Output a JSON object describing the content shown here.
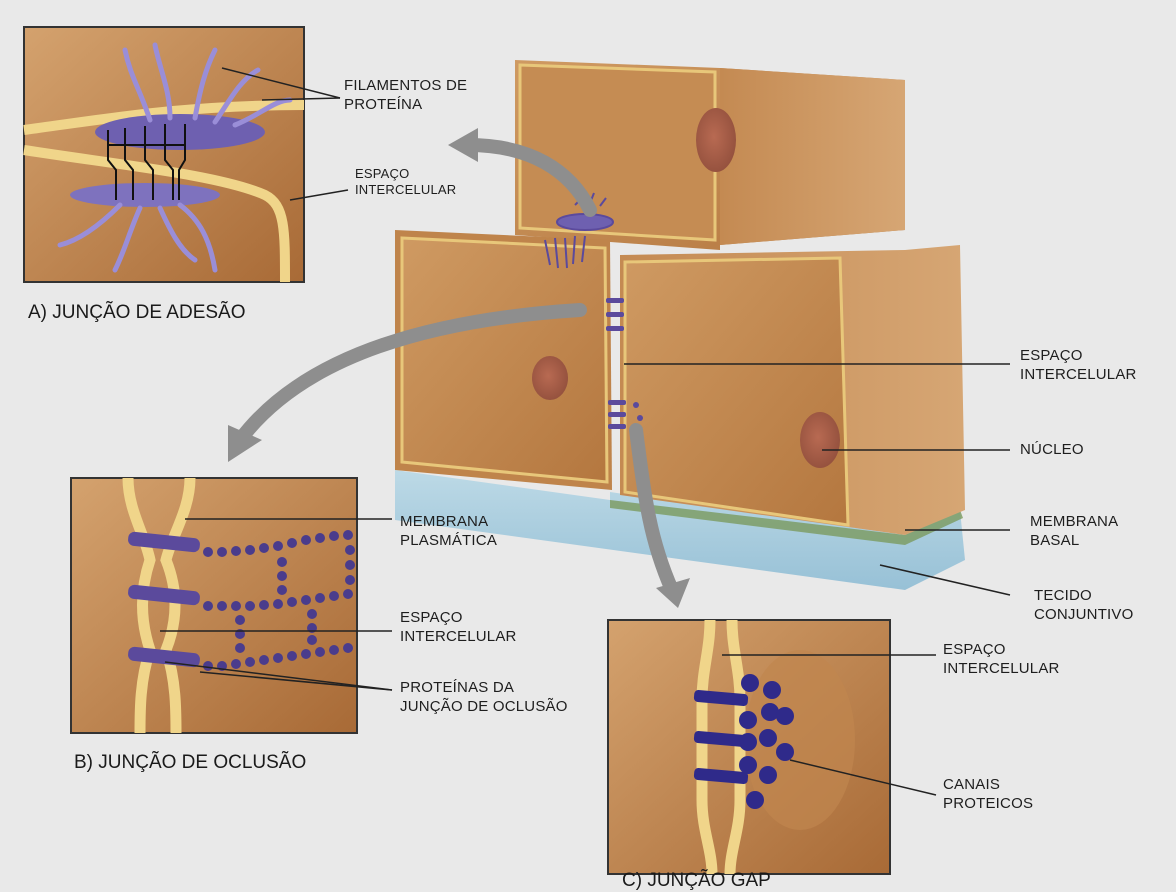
{
  "titles": {
    "adhesion": "A) JUNÇÃO DE ADESÃO",
    "occlusion": "B) JUNÇÃO DE  OCLUSÃO",
    "gap": "C) JUNÇÃO GAP"
  },
  "labels": {
    "protein_filaments": [
      "FILAMENTOS DE",
      "PROTEÍNA"
    ],
    "intercellular_space_a": [
      "ESPAÇO",
      "INTERCELULAR"
    ],
    "intercellular_space_main": [
      "ESPAÇO",
      "INTERCELULAR"
    ],
    "nucleus": "NÚCLEO",
    "basal_membrane": [
      "MEMBRANA",
      "BASAL"
    ],
    "connective_tissue": [
      "TECIDO",
      "CONJUNTIVO"
    ],
    "plasma_membrane": [
      "MEMBRANA",
      "PLASMÁTICA"
    ],
    "intercellular_space_b": [
      "ESPAÇO",
      "INTERCELULAR"
    ],
    "occlusion_proteins": [
      "PROTEÍNAS DA",
      "JUNÇÃO DE OCLUSÃO"
    ],
    "intercellular_space_c": [
      "ESPAÇO",
      "INTERCELULAR"
    ],
    "protein_channels": [
      "CANAIS",
      "PROTEICOS"
    ]
  },
  "colors": {
    "background": "#e9e9e9",
    "cell_fill": "#c98f55",
    "cell_face": "#b77a43",
    "membrane": "#e8c77a",
    "nucleus": "#a25a45",
    "protein": "#5b4a9c",
    "protein_light": "#8f84c8",
    "arrow": "#8e8e8e",
    "basal": "#9cc3d6"
  }
}
